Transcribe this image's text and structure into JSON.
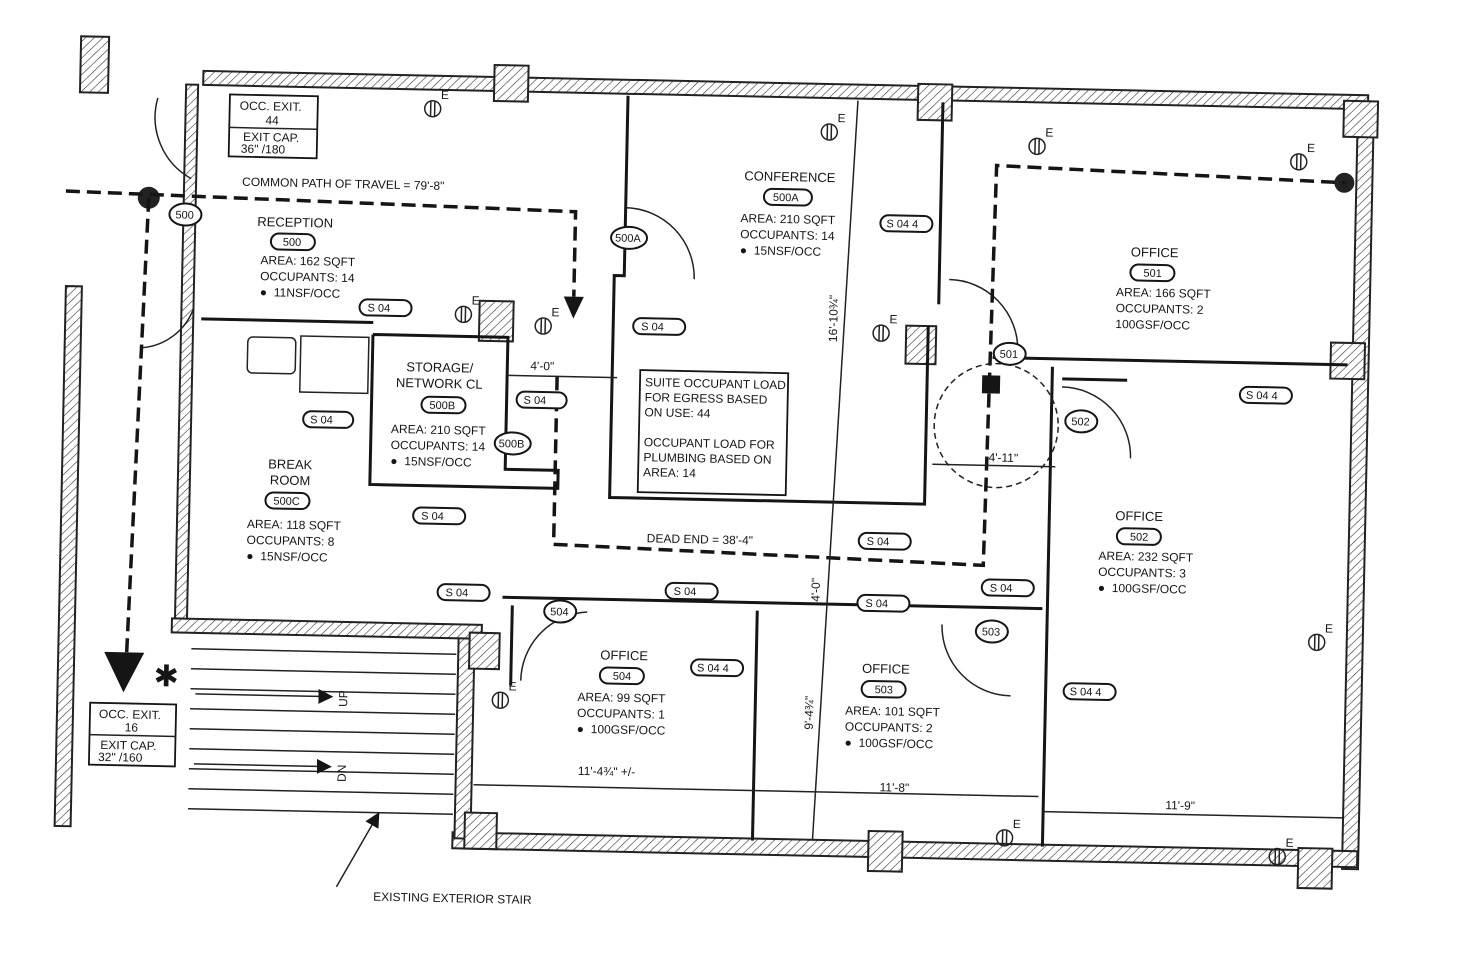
{
  "rooms": [
    {
      "name": "RECEPTION",
      "tag": "500",
      "area": "AREA: 162 SQFT",
      "occupants": "OCCUPANTS: 14",
      "load": "11NSF/OCC"
    },
    {
      "name": "CONFERENCE",
      "tag": "500A",
      "area": "AREA: 210 SQFT",
      "occupants": "OCCUPANTS: 14",
      "load": "15NSF/OCC"
    },
    {
      "name": "OFFICE",
      "tag": "501",
      "area": "AREA: 166 SQFT",
      "occupants": "OCCUPANTS: 2",
      "load": "100GSF/OCC"
    },
    {
      "name": "STORAGE/ NETWORK CL",
      "tag": "500B",
      "area": "AREA: 210 SQFT",
      "occupants": "OCCUPANTS: 14",
      "load": "15NSF/OCC"
    },
    {
      "name": "BREAK ROOM",
      "tag": "500C",
      "area": "AREA: 118 SQFT",
      "occupants": "OCCUPANTS: 8",
      "load": "15NSF/OCC"
    },
    {
      "name": "OFFICE",
      "tag": "502",
      "area": "AREA: 232 SQFT",
      "occupants": "OCCUPANTS: 3",
      "load": "100GSF/OCC"
    },
    {
      "name": "OFFICE",
      "tag": "504",
      "area": "AREA: 99 SQFT",
      "occupants": "OCCUPANTS: 1",
      "load": "100GSF/OCC"
    },
    {
      "name": "OFFICE",
      "tag": "503",
      "area": "AREA: 101 SQFT",
      "occupants": "OCCUPANTS: 2",
      "load": "100GSF/OCC"
    }
  ],
  "exits": [
    {
      "occ": "OCC. EXIT.",
      "count": "44",
      "cap_label": "EXIT CAP.",
      "cap": "36\" /180"
    },
    {
      "occ": "OCC. EXIT.",
      "count": "16",
      "cap_label": "EXIT CAP.",
      "cap": "32\" /160"
    }
  ],
  "door_tags": [
    "500",
    "500A",
    "500B",
    "501",
    "502",
    "504",
    "503"
  ],
  "wall_tags": [
    "S 04",
    "S 04",
    "S 04",
    "S 04",
    "S 04",
    "S 04",
    "S 04",
    "S 04",
    "S 04",
    "S 04",
    "S 04 4",
    "S 04 4",
    "S 04 4",
    "S 04 4"
  ],
  "paths": {
    "common": "COMMON PATH OF TRAVEL = 79'-8\"",
    "dead_end": "DEAD END = 38'-4\""
  },
  "suite_note": [
    "SUITE OCCUPANT LOAD",
    "FOR EGRESS BASED",
    "ON USE: 44",
    "",
    "OCCUPANT LOAD FOR",
    "PLUMBING BASED ON",
    "AREA: 14"
  ],
  "dimensions": [
    "4'-0\"",
    "4'-11\"",
    "16'-10¾\"",
    "4'-0\"",
    "9'-4¾\"",
    "11'-4¾\" +/-",
    "11'-8\"",
    "11'-9\""
  ],
  "stair": {
    "up": "UP",
    "down": "DN",
    "label": "EXISTING EXTERIOR STAIR"
  },
  "outlet_mark": "E",
  "colors": {
    "ink": "#151515",
    "paper": "#ffffff"
  }
}
